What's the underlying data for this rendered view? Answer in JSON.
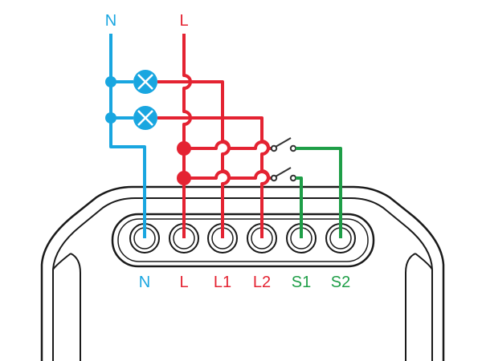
{
  "supply_labels": {
    "neutral": "N",
    "live": "L"
  },
  "terminal_labels": [
    "N",
    "L",
    "L1",
    "L2",
    "S1",
    "S2"
  ],
  "colors": {
    "neutral": "#19a6e0",
    "live": "#e42332",
    "switch": "#1e9e47",
    "outline": "#1a1a1a",
    "switch_contact": "#333333"
  },
  "components": {
    "lamps": [
      "lamp-icon",
      "lamp-icon"
    ],
    "switches": [
      "switch-icon",
      "switch-icon"
    ],
    "device": "switch-module-housing"
  }
}
